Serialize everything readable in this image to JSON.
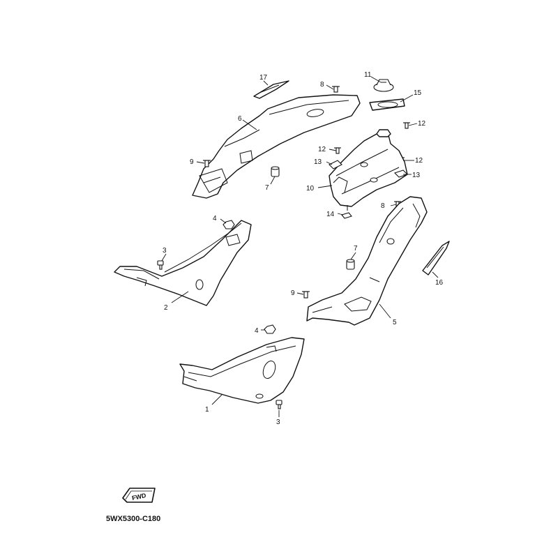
{
  "callouts": {
    "c1": "1",
    "c2": "2",
    "c3a": "3",
    "c3b": "3",
    "c4a": "4",
    "c4b": "4",
    "c5": "5",
    "c6": "6",
    "c7a": "7",
    "c7b": "7",
    "c8a": "8",
    "c8b": "8",
    "c9a": "9",
    "c9b": "9",
    "c10": "10",
    "c11": "11",
    "c12a": "12",
    "c12b": "12",
    "c12c": "12",
    "c13a": "13",
    "c13b": "13",
    "c14": "14",
    "c15": "15",
    "c16": "16",
    "c17": "17"
  },
  "fwd_badge": "FWD",
  "diagram_code": "5WX5300-C180"
}
